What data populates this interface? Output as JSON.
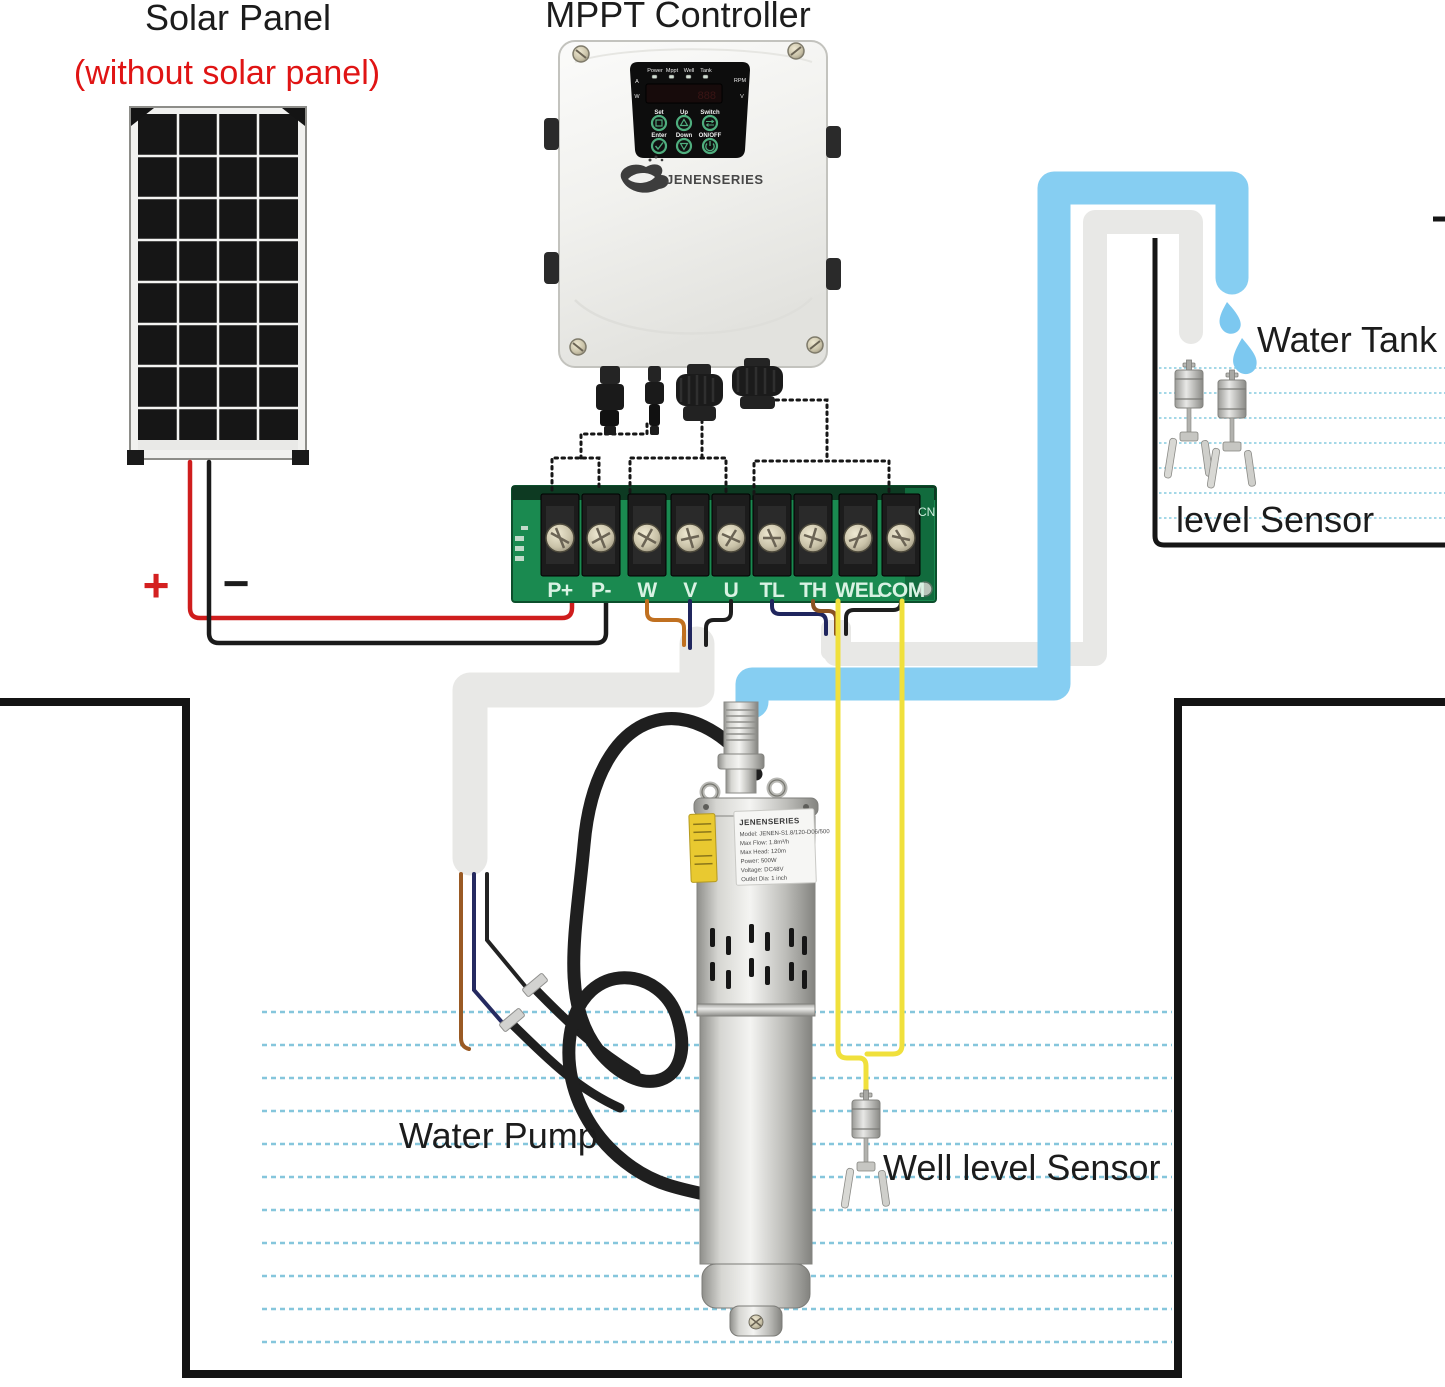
{
  "titles": {
    "solar_panel": "Solar Panel",
    "solar_panel_note": "(without solar panel)",
    "mppt": "MPPT Controller",
    "water_tank": "Water Tank",
    "tank_level_sensor": "level Sensor",
    "water_pump": "Water Pump",
    "well_level_sensor": "Well level Sensor"
  },
  "polarity": {
    "plus": "+",
    "minus": "−"
  },
  "controller": {
    "brand": "JENENSERIES",
    "indicators": [
      "Power",
      "Mppt",
      "Well",
      "Tank"
    ],
    "meter_left": [
      "A",
      "W"
    ],
    "meter_right": [
      "RPM",
      "V"
    ],
    "buttons": [
      "Set",
      "Up",
      "Switch",
      "Enter",
      "Down",
      "ON/OFF"
    ]
  },
  "terminal_block": {
    "connector": "CN",
    "labels": [
      "P+",
      "P-",
      "W",
      "V",
      "U",
      "TL",
      "TH",
      "WEL",
      "COM"
    ]
  },
  "pump_label": {
    "brand": "JENENSERIES",
    "model": "Model: JENEN-S1.8/120-D06/500",
    "flow": "Max Flow: 1.8m³/h",
    "head": "Max Head: 120m",
    "power": "Power: 500W",
    "voltage": "Voltage: DC48V",
    "outlet": "Outlet Dia: 1 inch"
  },
  "colors": {
    "water": "#86CEF2",
    "pipe_gray": "#E8E8E6",
    "wire_red": "#CF1D1D",
    "wire_yellow": "#F0E03C",
    "pcb_green": "#1A8A50",
    "note_red": "#E01414"
  }
}
